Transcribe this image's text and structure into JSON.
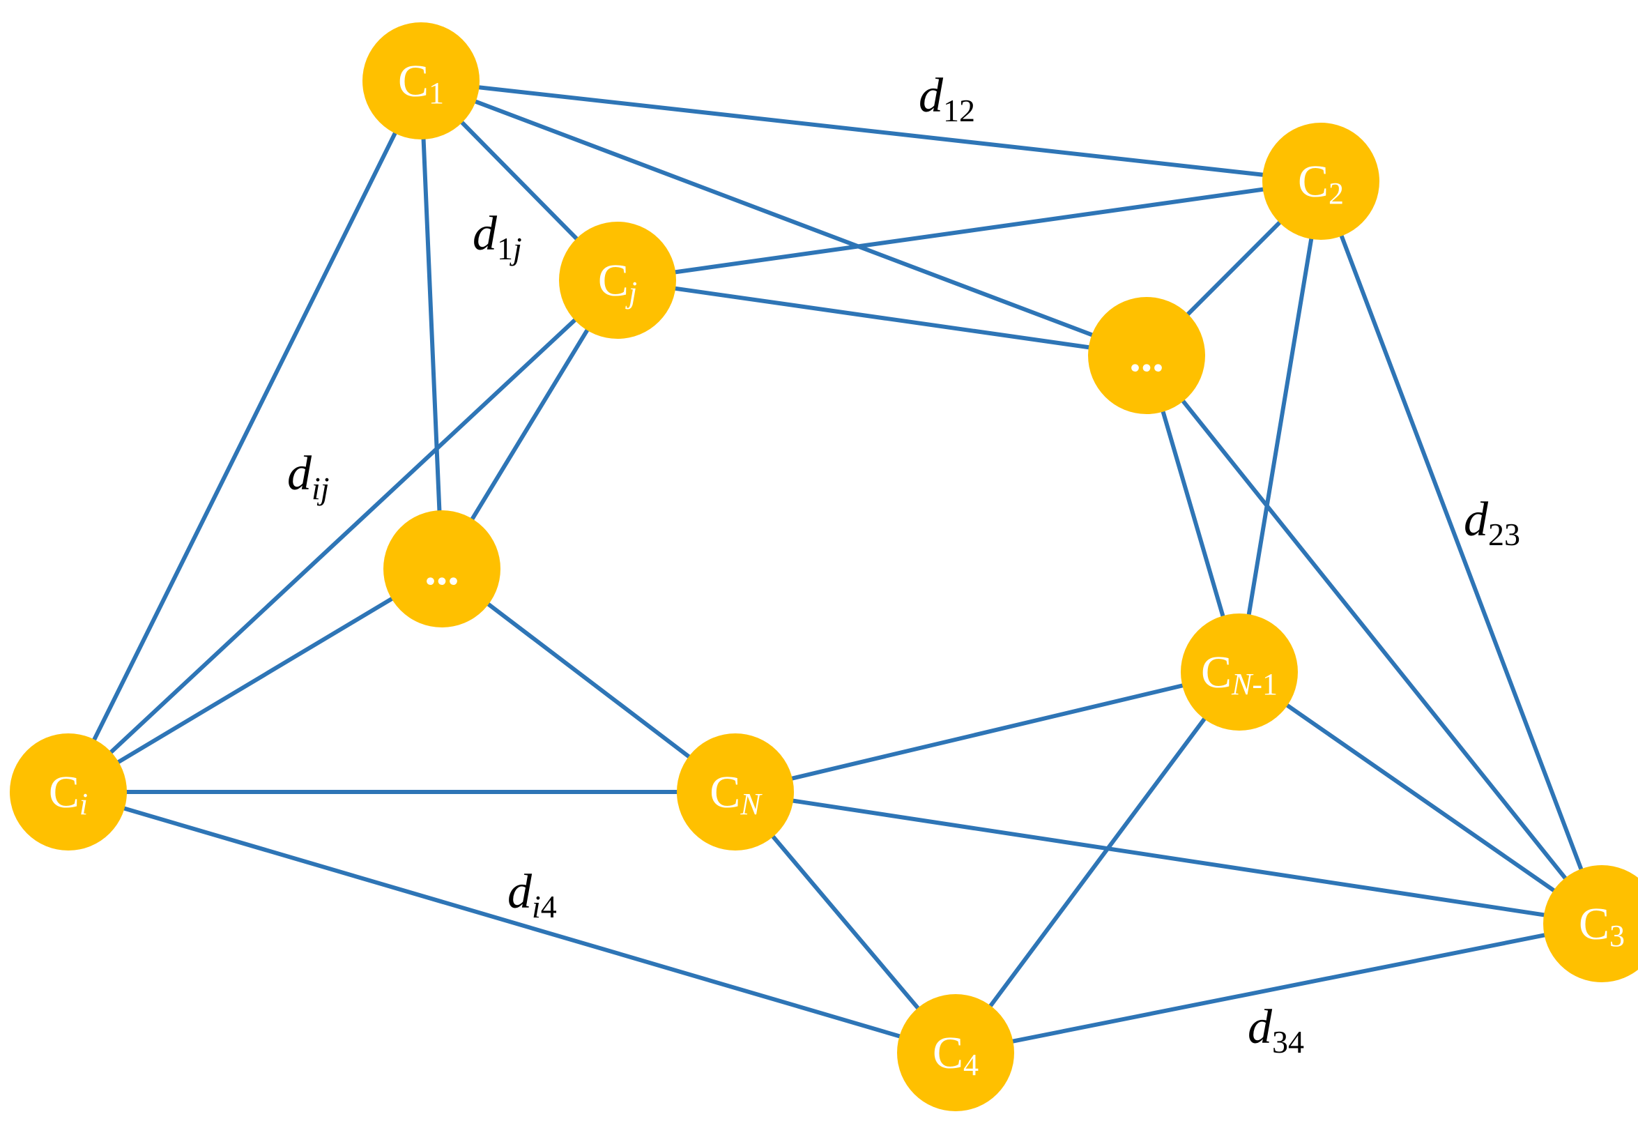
{
  "colors": {
    "edge": "#2e75b6",
    "node_fill": "#ffc000",
    "node_text": "#ffffff",
    "label_text": "#000000"
  },
  "nodes": [
    {
      "id": "c1",
      "base": "C",
      "sub": "1",
      "sub_italic": false
    },
    {
      "id": "c2",
      "base": "C",
      "sub": "2",
      "sub_italic": false
    },
    {
      "id": "cj",
      "base": "C",
      "sub": "j",
      "sub_italic": true
    },
    {
      "id": "dots-right",
      "dots": "..."
    },
    {
      "id": "dots-left",
      "dots": "..."
    },
    {
      "id": "cn1",
      "base": "C",
      "sub_italic_part": "N",
      "sub_plain_part": "-1"
    },
    {
      "id": "ci",
      "base": "C",
      "sub": "i",
      "sub_italic": true
    },
    {
      "id": "cn",
      "base": "C",
      "sub": "N",
      "sub_italic": true
    },
    {
      "id": "c3",
      "base": "C",
      "sub": "3",
      "sub_italic": false
    },
    {
      "id": "c4",
      "base": "C",
      "sub": "4",
      "sub_italic": false
    }
  ],
  "edges": [
    [
      "c1",
      "c2"
    ],
    [
      "c1",
      "cj"
    ],
    [
      "c1",
      "dots-right"
    ],
    [
      "c1",
      "dots-left"
    ],
    [
      "c1",
      "ci"
    ],
    [
      "c2",
      "cj"
    ],
    [
      "c2",
      "dots-right"
    ],
    [
      "c2",
      "cn1"
    ],
    [
      "c2",
      "c3"
    ],
    [
      "cj",
      "dots-right"
    ],
    [
      "cj",
      "ci"
    ],
    [
      "cj",
      "dots-left"
    ],
    [
      "dots-right",
      "cn1"
    ],
    [
      "dots-right",
      "c3"
    ],
    [
      "dots-left",
      "ci"
    ],
    [
      "dots-left",
      "cn"
    ],
    [
      "ci",
      "cn"
    ],
    [
      "ci",
      "c4"
    ],
    [
      "cn",
      "cn1"
    ],
    [
      "cn",
      "c3"
    ],
    [
      "cn",
      "c4"
    ],
    [
      "cn1",
      "c3"
    ],
    [
      "cn1",
      "c4"
    ],
    [
      "c4",
      "c3"
    ]
  ],
  "edge_labels": [
    {
      "id": "d12",
      "base": "d",
      "sub": "12"
    },
    {
      "id": "d1j",
      "base": "d",
      "sub_plain": "1",
      "sub_italic": "j"
    },
    {
      "id": "dij",
      "base": "d",
      "sub_italic": "ij"
    },
    {
      "id": "d23",
      "base": "d",
      "sub": "23"
    },
    {
      "id": "di4",
      "base": "d",
      "sub_italic": "i",
      "sub_plain": "4"
    },
    {
      "id": "d34",
      "base": "d",
      "sub": "34"
    }
  ]
}
